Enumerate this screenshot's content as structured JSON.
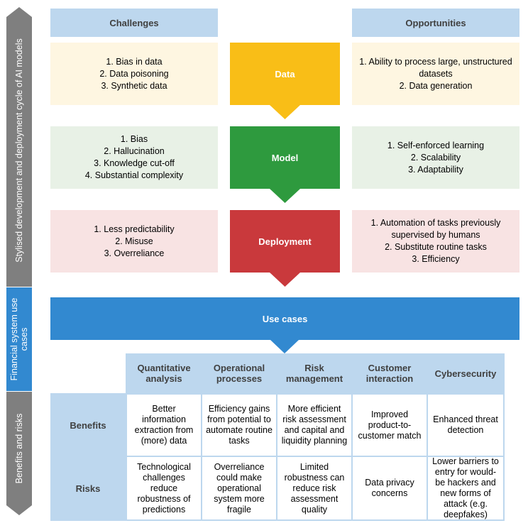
{
  "sidebar": {
    "section1": "Stylised development and deployment cycle of AI models",
    "section2": "Financial system use cases",
    "section3": "Benefits and risks"
  },
  "headers": {
    "challenges": "Challenges",
    "opportunities": "Opportunities"
  },
  "cycle": [
    {
      "label": "Data",
      "challenges": [
        "1. Bias in data",
        "2. Data poisoning",
        "3. Synthetic data"
      ],
      "opportunities": [
        "1. Ability to process large, unstructured",
        "datasets",
        "2. Data generation"
      ]
    },
    {
      "label": "Model",
      "challenges": [
        "1. Bias",
        "2. Hallucination",
        "3. Knowledge cut-off",
        "4. Substantial complexity"
      ],
      "opportunities": [
        "1. Self-enforced learning",
        "2. Scalability",
        "3. Adaptability"
      ]
    },
    {
      "label": "Deployment",
      "challenges": [
        "1. Less predictability",
        "2. Misuse",
        "3. Overreliance"
      ],
      "opportunities": [
        "1. Automation of tasks previously",
        "supervised by humans",
        "2. Substitute routine tasks",
        "3. Efficiency"
      ]
    }
  ],
  "use_cases": {
    "title": "Use cases",
    "columns": [
      "Quantitative analysis",
      "Operational processes",
      "Risk management",
      "Customer interaction",
      "Cybersecurity"
    ],
    "rows": [
      {
        "label": "Benefits",
        "cells": [
          "Better information extraction from (more) data",
          "Efficiency gains from potential to automate routine tasks",
          "More efficient risk assessment and capital and liquidity planning",
          "Improved product-to-customer match",
          "Enhanced threat detection"
        ]
      },
      {
        "label": "Risks",
        "cells": [
          "Technological challenges reduce robustness of predictions",
          "Overreliance could make operational system more fragile",
          "Limited robustness can reduce risk assessment quality",
          "Data privacy concerns",
          "Lower barriers to entry for would-be hackers and new forms of attack (e.g. deepfakes)"
        ]
      }
    ]
  },
  "colors": {
    "sidebar_grey": "#7f7f7f",
    "sidebar_blue": "#3289d0",
    "data": "#f9be17",
    "model": "#2e9a3e",
    "deployment": "#c9393c",
    "row_data_bg": "#fef6e1",
    "row_model_bg": "#e8f1e6",
    "row_deploy_bg": "#f8e3e3",
    "header_blue": "#bdd7ee"
  }
}
